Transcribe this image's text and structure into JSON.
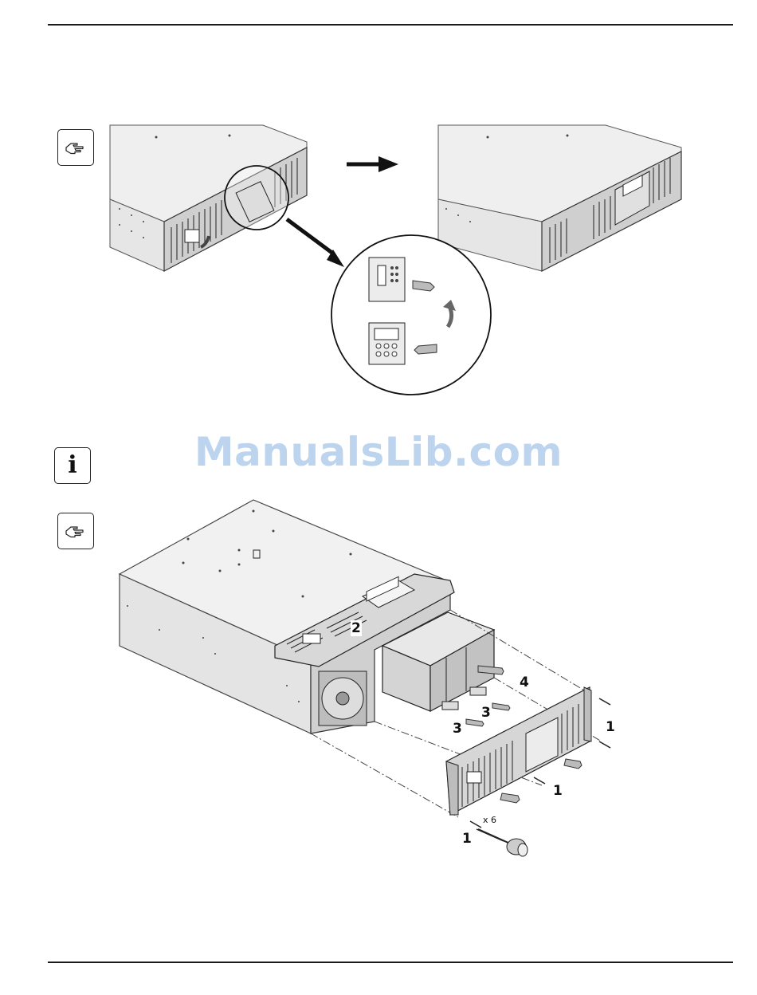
{
  "watermark": "ManualsLib.com",
  "icons": {
    "note_icon": "pointing-hand-icon",
    "info_icon": "info-icon",
    "info_glyph": "i"
  },
  "figure2": {
    "labels": [
      "1",
      "1",
      "1",
      "2",
      "3",
      "3",
      "4"
    ],
    "screw_count": "x 6"
  }
}
